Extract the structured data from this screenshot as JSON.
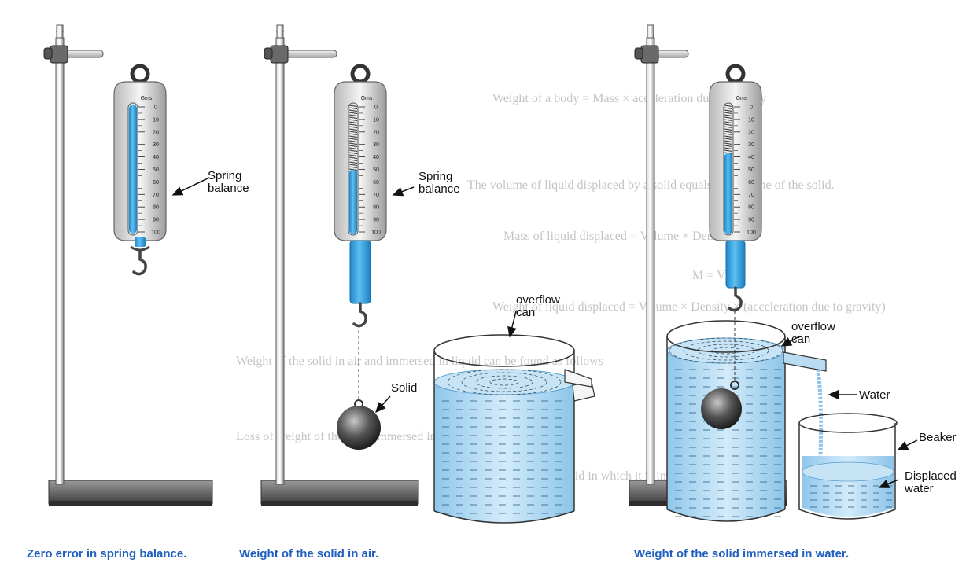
{
  "background_text": [
    "Weight of a body = Mass × acceleration due to gravity",
    "The volume of liquid displaced by a solid equals the volume of the solid.",
    "Mass of liquid displaced = Volume × Density",
    "M = V × ρ",
    "Weight of liquid displaced = Volume × Density × (acceleration due to gravity)",
    "Weight of the solid in air and immersed in liquid can be found as follows",
    "Loss of weight of the solid immersed in liquid",
    "the density of a solid in which it is immersed"
  ],
  "panels": {
    "zero_error": {
      "spring_balance_label": "Spring\nbalance",
      "unit": "Gms",
      "caption": "Zero error in spring balance."
    },
    "in_air": {
      "spring_balance_label": "Spring\nbalance",
      "unit": "Gms",
      "solid_label": "Solid",
      "caption": "Weight of the solid in air."
    },
    "overflow_can_alone": {
      "label": "overflow\ncan"
    },
    "in_water": {
      "unit": "Gms",
      "overflow_can_label": "overflow\ncan",
      "water_label": "Water",
      "beaker_label": "Beaker",
      "displaced_water_label": "Displaced\nwater",
      "caption": "Weight of the solid immersed in water."
    }
  },
  "scale_ticks": [
    "0",
    "10",
    "20",
    "30",
    "40",
    "50",
    "60",
    "70",
    "80",
    "90",
    "100"
  ],
  "colors": {
    "caption": "#1f5fbf",
    "indicator": "#3aa6e6",
    "water": "#b9dcf2",
    "metal": "#777777"
  }
}
